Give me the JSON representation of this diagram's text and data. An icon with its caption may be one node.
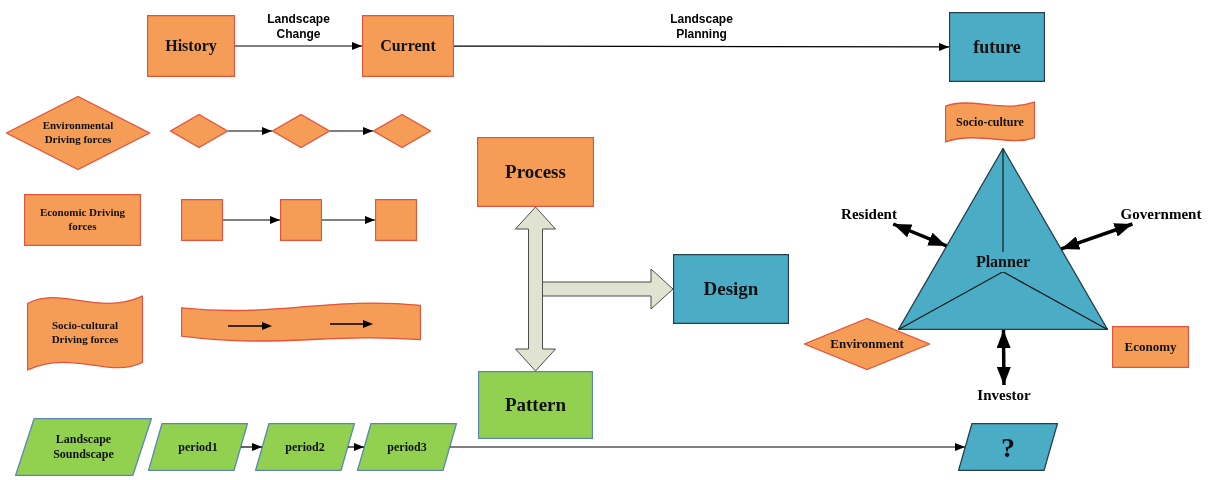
{
  "diagram": {
    "nodes": [
      {
        "text": [
          "History"
        ]
      },
      {
        "text": [
          "Current"
        ]
      },
      {
        "text": [
          "future"
        ]
      },
      {
        "text": [
          "Environmental Driving forces"
        ]
      },
      {
        "text": [],
        "shape": "diamond"
      },
      {
        "text": [],
        "shape": "diamond"
      },
      {
        "text": [],
        "shape": "diamond"
      },
      {
        "text": [
          "Economic Driving forces"
        ]
      },
      {
        "text": [],
        "shape": "box"
      },
      {
        "text": [],
        "shape": "box"
      },
      {
        "text": [],
        "shape": "box"
      },
      {
        "text": [
          "Socio-cultural Driving forces"
        ]
      },
      {
        "text": [],
        "shape": "band"
      },
      {
        "text": [
          "Process"
        ]
      },
      {
        "text": [
          "Design"
        ]
      },
      {
        "text": [
          "Pattern"
        ]
      },
      {
        "text": [
          "Socio-culture"
        ]
      },
      {
        "text": [
          "Planner"
        ]
      },
      {
        "text": [
          "Resident"
        ]
      },
      {
        "text": [
          "Government"
        ]
      },
      {
        "text": [
          "Environment"
        ]
      },
      {
        "text": [
          "Economy"
        ]
      },
      {
        "text": [
          "Investor"
        ]
      },
      {
        "text": [
          "Landscape Soundscape"
        ]
      },
      {
        "text": [
          "period1"
        ]
      },
      {
        "text": [
          "period2"
        ]
      },
      {
        "text": [
          "period3"
        ]
      },
      {
        "text": [
          "?"
        ]
      }
    ],
    "edges": [
      {
        "from": 0,
        "to": 1,
        "arrow": "to",
        "label": "Landscape Change"
      },
      {
        "from": 1,
        "to": 2,
        "arrow": "to",
        "label": "Landscape Planning"
      },
      {
        "from": 4,
        "to": 5,
        "arrow": "to"
      },
      {
        "from": 5,
        "to": 6,
        "arrow": "to"
      },
      {
        "from": 8,
        "to": 9,
        "arrow": "to"
      },
      {
        "from": 9,
        "to": 10,
        "arrow": "to"
      },
      {
        "from": 13,
        "to": 15,
        "arrow": "both",
        "style": "thick"
      },
      {
        "from": 13,
        "to": 14,
        "arrow": "to",
        "style": "thick"
      },
      {
        "from": 15,
        "to": 14,
        "arrow": "to",
        "style": "thick"
      },
      {
        "from": 18,
        "to": 17,
        "arrow": "both",
        "style": "thick"
      },
      {
        "from": 19,
        "to": 17,
        "arrow": "both",
        "style": "thick"
      },
      {
        "from": 22,
        "to": 17,
        "arrow": "both",
        "style": "thick"
      },
      {
        "from": 24,
        "to": 25,
        "arrow": "to"
      },
      {
        "from": 25,
        "to": 26,
        "arrow": "to"
      },
      {
        "from": 26,
        "to": 27,
        "arrow": "to"
      }
    ]
  }
}
